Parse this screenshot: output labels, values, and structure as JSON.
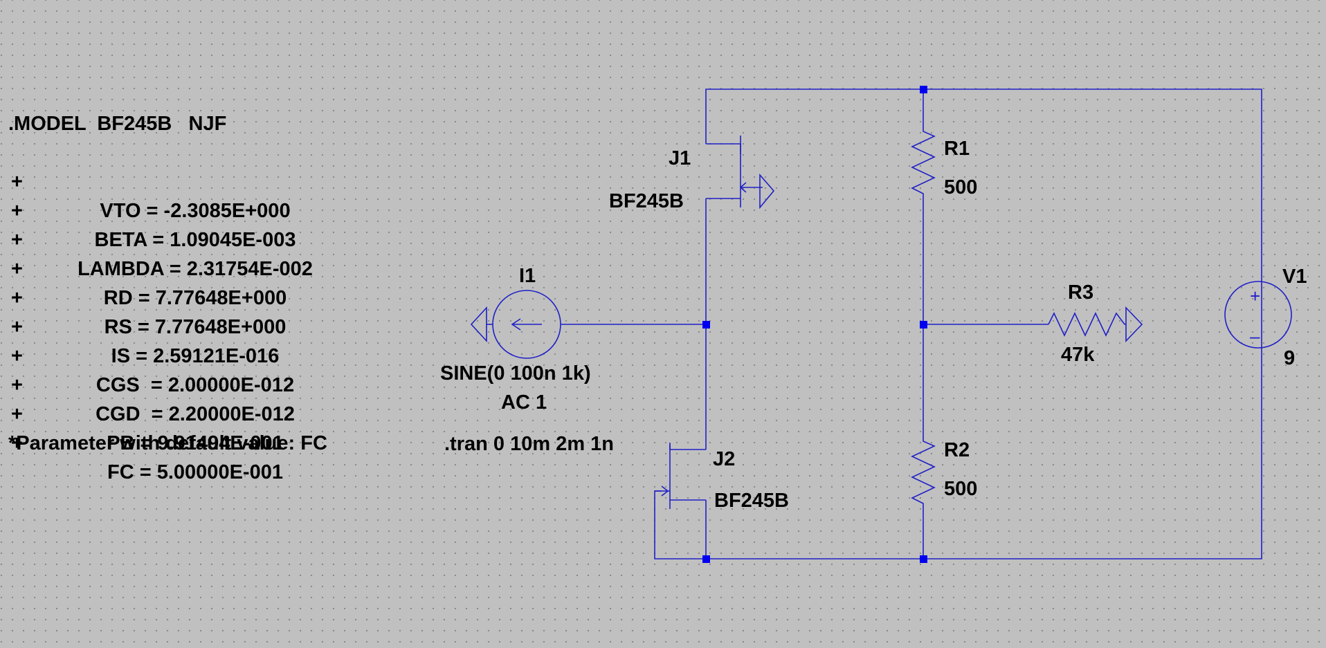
{
  "model": {
    "header": ".MODEL  BF245B   NJF",
    "params": [
      {
        "prefix": "+",
        "text": "VTO = -2.3085E+000"
      },
      {
        "prefix": "+",
        "text": "BETA = 1.09045E-003"
      },
      {
        "prefix": "+",
        "text": "LAMBDA = 2.31754E-002"
      },
      {
        "prefix": "+",
        "text": "RD = 7.77648E+000"
      },
      {
        "prefix": "+",
        "text": "RS = 7.77648E+000"
      },
      {
        "prefix": "+",
        "text": "IS = 2.59121E-016"
      },
      {
        "prefix": "+",
        "text": "CGS  = 2.00000E-012"
      },
      {
        "prefix": "+",
        "text": "CGD  = 2.20000E-012"
      },
      {
        "prefix": "+",
        "text": "PB = 9.91494E-001"
      },
      {
        "prefix": "+",
        "text": "FC = 5.00000E-001"
      }
    ],
    "footer": "*Parameter with default value: FC"
  },
  "components": {
    "j1": {
      "name": "J1",
      "model": "BF245B"
    },
    "j2": {
      "name": "J2",
      "model": "BF245B"
    },
    "r1": {
      "name": "R1",
      "value": "500"
    },
    "r2": {
      "name": "R2",
      "value": "500"
    },
    "r3": {
      "name": "R3",
      "value": "47k"
    },
    "v1": {
      "name": "V1",
      "value": "9",
      "plus": "+",
      "minus": "–"
    },
    "i1": {
      "name": "I1",
      "value": "SINE(0 100n 1k)",
      "ac": "AC 1"
    }
  },
  "directive": ".tran 0 10m 2m 1n",
  "colors": {
    "wire": "#1f1fc8",
    "junction": "#0000f0",
    "background": "#c0c0c0"
  }
}
